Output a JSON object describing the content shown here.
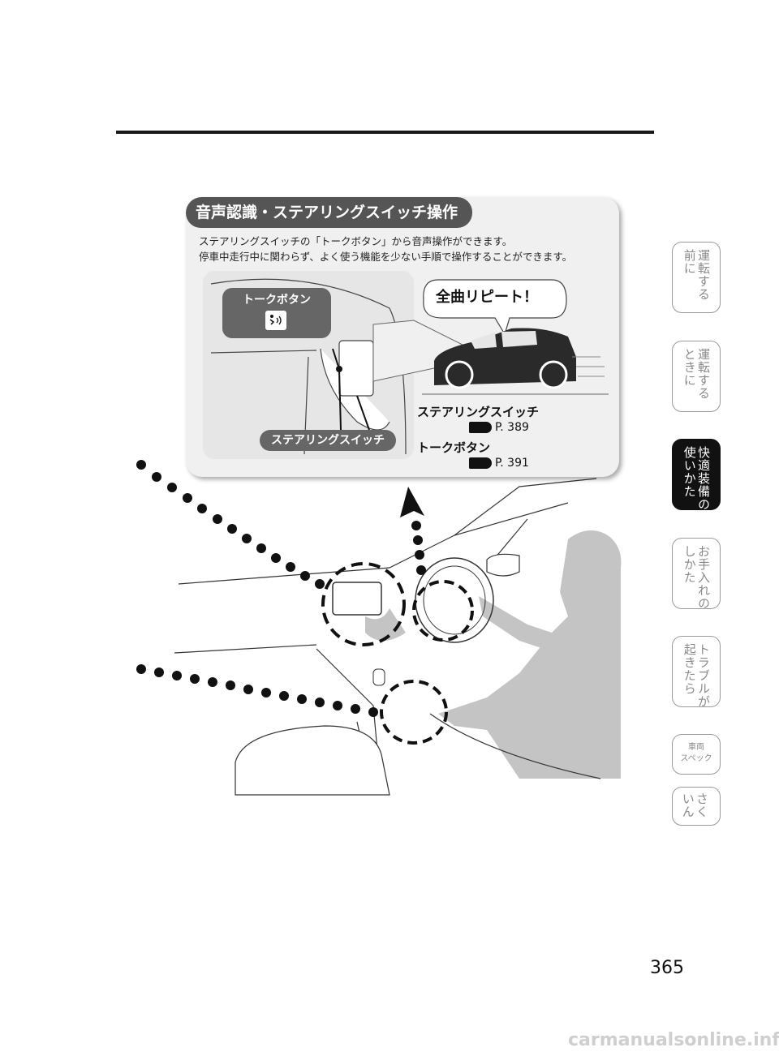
{
  "side_tabs": [
    {
      "label": "運転\n前に　　\nする",
      "cols": [
        "運転する",
        "前に"
      ],
      "active": false
    },
    {
      "label": "運転する ときに",
      "cols": [
        "運転する",
        "ときに"
      ],
      "active": false
    },
    {
      "label": "快適装備の 使いかた",
      "cols": [
        "快適装備の",
        "使いかた"
      ],
      "active": true
    },
    {
      "label": "お手入れの しかた",
      "cols": [
        "お手入れの",
        "しかた"
      ],
      "active": false
    },
    {
      "label": "トラブルが 起きたら",
      "cols": [
        "トラブルが",
        "起きたら"
      ],
      "active": false
    },
    {
      "label": "車両 スペック",
      "lines": [
        "車両",
        "スペック"
      ],
      "active": false
    },
    {
      "label": "さくいん",
      "cols": [
        "さく",
        "いん"
      ],
      "active": false
    }
  ],
  "callout": {
    "title": "音声認識・ステアリングスイッチ操作",
    "description": [
      "ステアリングスイッチの「トークボタン」から音声操作ができます。",
      "停車中走行中に関わらず、よく使う機能を少ない手順で操作することができます。"
    ],
    "talk_button_label": "トークボタン",
    "steering_switch_label": "ステアリングスイッチ",
    "speech_bubble": "全曲リピート！",
    "references": [
      {
        "label": "ステアリングスイッチ",
        "page": "P. 389"
      },
      {
        "label": "トークボタン",
        "page": "P. 391"
      }
    ]
  },
  "page_number": "365",
  "watermark": "carmanualsonline.info"
}
